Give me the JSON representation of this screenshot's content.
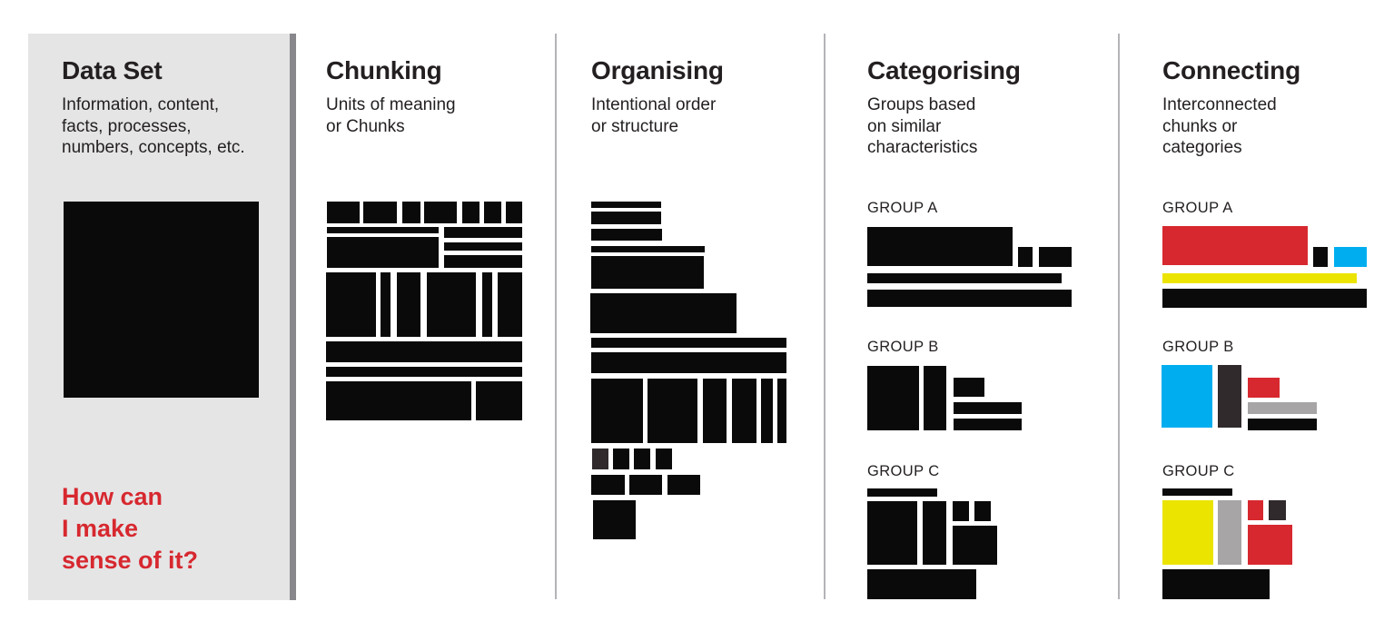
{
  "palette": {
    "black": "#0b0a0a",
    "charcoal": "#302a2d",
    "red": "#d7282f",
    "cyan": "#00aeef",
    "yellow": "#ebe400",
    "gray": "#a7a5a6",
    "panel_bg": "#e5e5e6",
    "panel_edge": "#88888c",
    "divider": "#b4b4b8",
    "text": "#231f20",
    "question_red": "#d7282f"
  },
  "columns": [
    {
      "id": "dataset",
      "title": "Data Set",
      "subtitle": "Information, content,\nfacts, processes,\nnumbers, concepts, etc.",
      "question": "How can\nI make\nsense of it?"
    },
    {
      "id": "chunking",
      "title": "Chunking",
      "subtitle": "Units of meaning\nor Chunks"
    },
    {
      "id": "organising",
      "title": "Organising",
      "subtitle": "Intentional order\nor structure"
    },
    {
      "id": "categorising",
      "title": "Categorising",
      "subtitle": "Groups based\non similar\ncharacteristics",
      "groups": [
        "GROUP A",
        "GROUP B",
        "GROUP C"
      ]
    },
    {
      "id": "connecting",
      "title": "Connecting",
      "subtitle": "Interconnected\nchunks or\ncategories",
      "groups": [
        "GROUP A",
        "GROUP B",
        "GROUP C"
      ]
    }
  ],
  "graphics": [
    {
      "name": "dataset-block",
      "rects": [
        [
          70,
          222,
          215,
          216,
          "black"
        ]
      ]
    },
    {
      "name": "chunking-blocks",
      "rects": [
        [
          360,
          222,
          36,
          24,
          "black"
        ],
        [
          400,
          222,
          37,
          24,
          "black"
        ],
        [
          443,
          222,
          20,
          24,
          "black"
        ],
        [
          467,
          222,
          36,
          24,
          "black"
        ],
        [
          509,
          222,
          19,
          24,
          "black"
        ],
        [
          533,
          222,
          19,
          24,
          "black"
        ],
        [
          557,
          222,
          18,
          24,
          "black"
        ],
        [
          360,
          250,
          123,
          7,
          "black"
        ],
        [
          360,
          261,
          123,
          34,
          "black"
        ],
        [
          489,
          250,
          86,
          12,
          "black"
        ],
        [
          489,
          267,
          86,
          9,
          "black"
        ],
        [
          489,
          281,
          86,
          14,
          "black"
        ],
        [
          359,
          300,
          55,
          71,
          "black"
        ],
        [
          419,
          300,
          11,
          71,
          "black"
        ],
        [
          437,
          300,
          26,
          71,
          "black"
        ],
        [
          470,
          300,
          54,
          71,
          "black"
        ],
        [
          531,
          300,
          11,
          71,
          "black"
        ],
        [
          548,
          300,
          27,
          71,
          "black"
        ],
        [
          359,
          376,
          216,
          23,
          "black"
        ],
        [
          359,
          404,
          216,
          11,
          "black"
        ],
        [
          359,
          420,
          160,
          43,
          "black"
        ],
        [
          524,
          420,
          51,
          43,
          "black"
        ]
      ]
    },
    {
      "name": "organising-blocks",
      "rects": [
        [
          651,
          222,
          77,
          7,
          "black"
        ],
        [
          651,
          233,
          77,
          14,
          "black"
        ],
        [
          651,
          252,
          78,
          13,
          "black"
        ],
        [
          651,
          271,
          125,
          7,
          "black"
        ],
        [
          651,
          282,
          124,
          36,
          "black"
        ],
        [
          650,
          323,
          161,
          44,
          "black"
        ],
        [
          651,
          372,
          215,
          11,
          "black"
        ],
        [
          651,
          388,
          215,
          23,
          "black"
        ],
        [
          651,
          417,
          57,
          71,
          "black"
        ],
        [
          713,
          417,
          55,
          71,
          "black"
        ],
        [
          774,
          417,
          26,
          71,
          "black"
        ],
        [
          806,
          417,
          27,
          71,
          "black"
        ],
        [
          838,
          417,
          13,
          71,
          "black"
        ],
        [
          856,
          417,
          10,
          71,
          "black"
        ],
        [
          652,
          494,
          18,
          23,
          "charcoal"
        ],
        [
          675,
          494,
          18,
          23,
          "black"
        ],
        [
          698,
          494,
          18,
          23,
          "black"
        ],
        [
          722,
          494,
          18,
          23,
          "black"
        ],
        [
          651,
          523,
          37,
          22,
          "black"
        ],
        [
          693,
          523,
          36,
          22,
          "black"
        ],
        [
          735,
          523,
          36,
          22,
          "black"
        ],
        [
          653,
          551,
          47,
          43,
          "black"
        ]
      ]
    },
    {
      "name": "categorising-group-a-blocks",
      "rects": [
        [
          955,
          250,
          160,
          43,
          "black"
        ],
        [
          1121,
          272,
          16,
          22,
          "black"
        ],
        [
          1144,
          272,
          36,
          22,
          "black"
        ],
        [
          955,
          301,
          214,
          11,
          "black"
        ],
        [
          955,
          319,
          225,
          19,
          "black"
        ]
      ]
    },
    {
      "name": "categorising-group-b-blocks",
      "rects": [
        [
          955,
          403,
          57,
          71,
          "black"
        ],
        [
          1017,
          403,
          25,
          71,
          "black"
        ],
        [
          1050,
          416,
          34,
          21,
          "black"
        ],
        [
          1050,
          443,
          75,
          13,
          "black"
        ],
        [
          1050,
          461,
          75,
          13,
          "black"
        ]
      ]
    },
    {
      "name": "categorising-group-c-blocks",
      "rects": [
        [
          955,
          538,
          77,
          9,
          "black"
        ],
        [
          955,
          552,
          55,
          70,
          "black"
        ],
        [
          1016,
          552,
          26,
          70,
          "black"
        ],
        [
          1049,
          552,
          18,
          22,
          "black"
        ],
        [
          1073,
          552,
          18,
          22,
          "black"
        ],
        [
          1049,
          579,
          49,
          43,
          "black"
        ],
        [
          955,
          627,
          120,
          33,
          "black"
        ]
      ]
    },
    {
      "name": "connecting-group-a-blocks",
      "rects": [
        [
          1280,
          249,
          160,
          43,
          "red"
        ],
        [
          1446,
          272,
          16,
          22,
          "black"
        ],
        [
          1469,
          272,
          36,
          22,
          "cyan"
        ],
        [
          1280,
          301,
          214,
          11,
          "yellow"
        ],
        [
          1280,
          318,
          225,
          21,
          "black"
        ]
      ]
    },
    {
      "name": "connecting-group-b-blocks",
      "rects": [
        [
          1279,
          402,
          56,
          69,
          "cyan"
        ],
        [
          1341,
          402,
          26,
          69,
          "charcoal"
        ],
        [
          1374,
          416,
          35,
          22,
          "red"
        ],
        [
          1374,
          443,
          76,
          13,
          "gray"
        ],
        [
          1374,
          461,
          76,
          13,
          "black"
        ]
      ]
    },
    {
      "name": "connecting-group-c-blocks",
      "rects": [
        [
          1280,
          538,
          77,
          8,
          "black"
        ],
        [
          1280,
          551,
          56,
          71,
          "yellow"
        ],
        [
          1341,
          551,
          26,
          71,
          "gray"
        ],
        [
          1374,
          551,
          17,
          22,
          "red"
        ],
        [
          1397,
          551,
          19,
          22,
          "charcoal"
        ],
        [
          1374,
          578,
          49,
          44,
          "red"
        ],
        [
          1280,
          627,
          118,
          33,
          "black"
        ]
      ]
    }
  ]
}
